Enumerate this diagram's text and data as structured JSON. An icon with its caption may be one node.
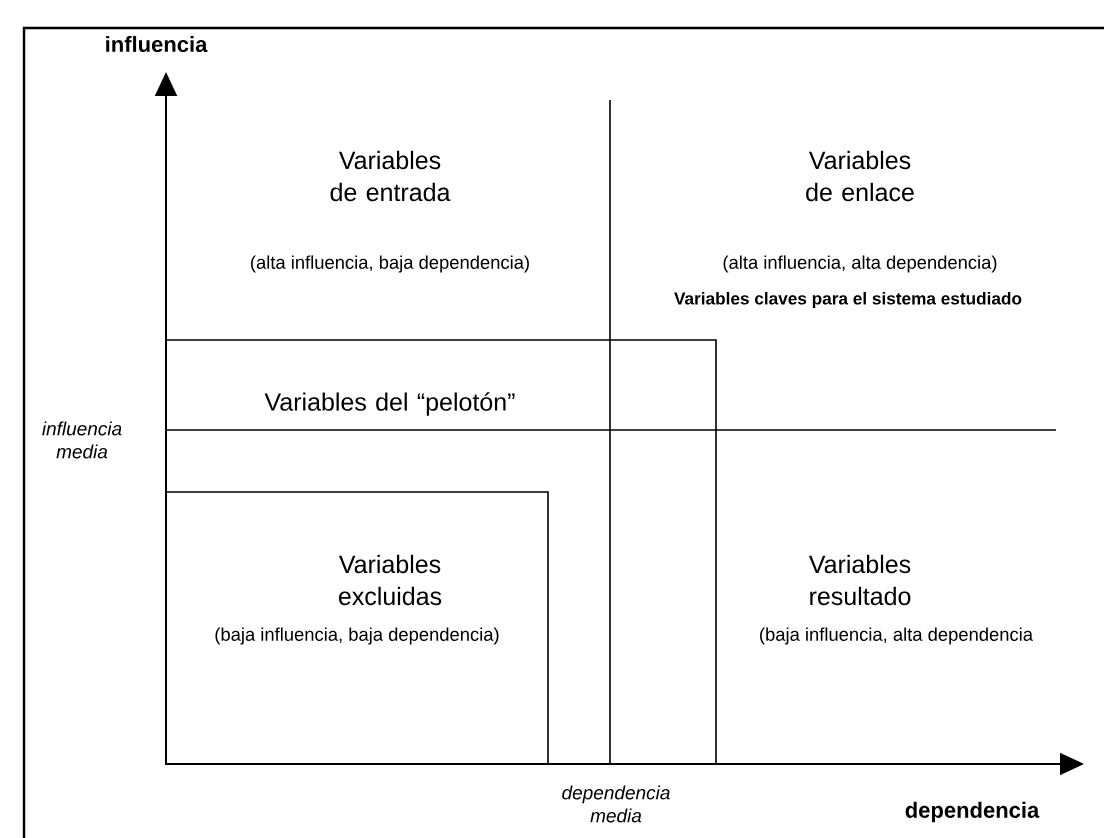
{
  "diagram": {
    "nodes": [
      {
        "text": [
          "Variables del “pelotón”"
        ]
      },
      {
        "text": [
          "Variables excluidas",
          "(baja influencia, baja dependencia)"
        ],
        "in": 0
      }
    ],
    "labels": [
      "influencia",
      "Variables de entrada",
      "(alta influencia, baja dependencia)",
      "Variables de enlace",
      "(alta influencia, alta dependencia)",
      "Variables claves para el sistema estudiado",
      "influencia media",
      "Variables resultado",
      "(baja influencia, alta dependencia",
      "dependencia media",
      "dependencia"
    ]
  }
}
